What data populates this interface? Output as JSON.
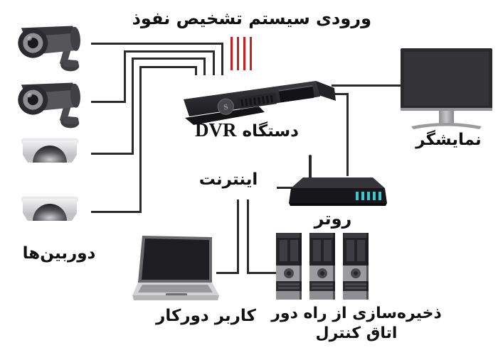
{
  "title": "ورودی سیستم تشخیص نفوذ",
  "labels": {
    "cameras": "دوربین‌ها",
    "dvr_fa": "دستگاه",
    "dvr_en": "DVR",
    "dvr_logo": "S",
    "monitor": "نمایشگر",
    "router": "روتر",
    "internet": "اینترنت",
    "remote_user": "کاربر دورکار",
    "storage_line1": "ذخیره‌سازی از راه دور",
    "storage_line2": "اتاق کنترل"
  },
  "devices": {
    "bullet_cameras": 2,
    "dome_cameras": 2,
    "server_towers": 3,
    "intrusion_input_lines": 4
  },
  "connections": [
    {
      "from": "camera-1",
      "to": "dvr"
    },
    {
      "from": "camera-2",
      "to": "dvr"
    },
    {
      "from": "camera-3",
      "to": "dvr"
    },
    {
      "from": "camera-4",
      "to": "dvr"
    },
    {
      "from": "intrusion-detection-inputs",
      "to": "dvr"
    },
    {
      "from": "dvr",
      "to": "monitor"
    },
    {
      "from": "dvr",
      "to": "router"
    },
    {
      "from": "router",
      "to": "internet"
    },
    {
      "from": "internet",
      "to": "remote-user-laptop"
    },
    {
      "from": "internet",
      "to": "remote-storage-servers"
    }
  ],
  "colors": {
    "background": "#ffffff",
    "connector": "#2b2b2b",
    "intrusion_input": "#c32222",
    "text": "#111111",
    "router_led": "#3ec6ce"
  }
}
